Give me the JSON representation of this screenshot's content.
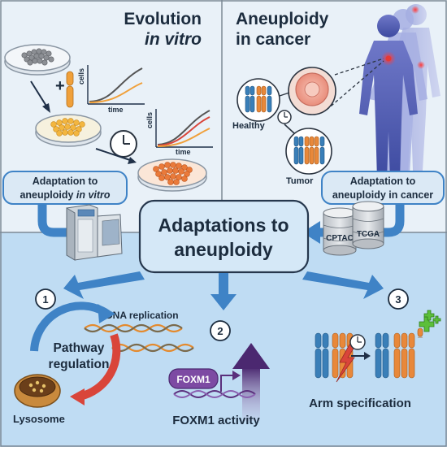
{
  "panels": {
    "in_vitro": {
      "title_line1": "Evolution",
      "title_line2": "in vitro",
      "plus": "+",
      "plot1": {
        "ylabel": "cells",
        "xlabel": "time"
      },
      "plot2": {
        "ylabel": "cells",
        "xlabel": "time"
      },
      "box_line1": "Adaptation to",
      "box_line2a": "aneuploidy ",
      "box_line2b": "in vitro"
    },
    "cancer": {
      "title_line1": "Aneuploidy",
      "title_line2": "in cancer",
      "label_healthy": "Healthy",
      "label_tumor": "Tumor",
      "box_line1": "Adaptation to",
      "box_line2": "aneuploidy in cancer",
      "db1": "CPTAC",
      "db2": "TCGA"
    }
  },
  "center": {
    "line1": "Adaptations to",
    "line2": "aneuploidy"
  },
  "findings": [
    {
      "number": "1",
      "title_line1": "Pathway",
      "title_line2": "regulation",
      "label_dna": "DNA replication",
      "label_lysosome": "Lysosome"
    },
    {
      "number": "2",
      "gene": "FOXM1",
      "caption": "FOXM1 activity"
    },
    {
      "number": "3",
      "caption": "Arm specification"
    }
  ],
  "colors": {
    "top_bg": "#e9f1f8",
    "bottom_bg": "#bfdcf3",
    "arrow_blue": "#3f83c6",
    "orange": "#f0a03a",
    "chrom_blue": "#3a7fb8",
    "chrom_orange": "#e8883a",
    "red": "#d9453a",
    "purple": "#5a2f7c"
  }
}
